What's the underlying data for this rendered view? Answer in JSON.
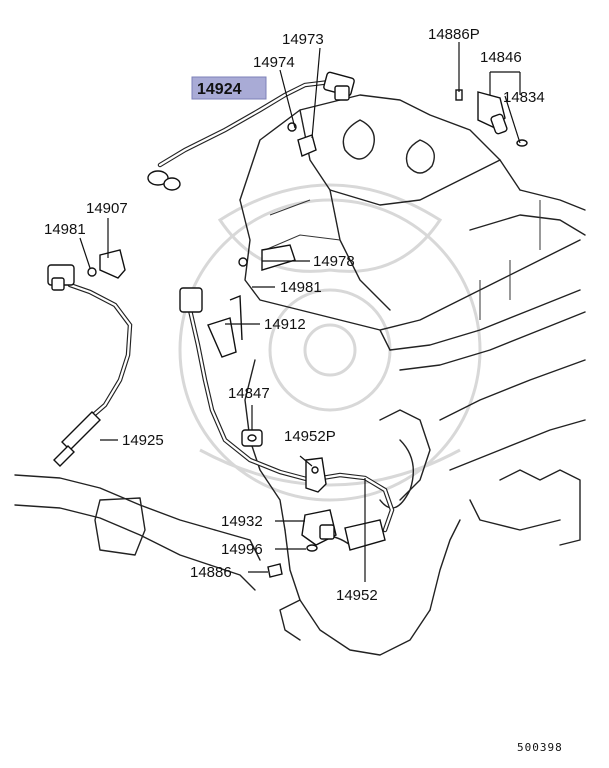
{
  "diagram": {
    "highlight_color": "#a9abd6",
    "labels": {
      "p14924": "14924",
      "p14973": "14973",
      "p14974": "14974",
      "p14886P": "14886P",
      "p14846": "14846",
      "p14834": "14834",
      "p14907": "14907",
      "p14981a": "14981",
      "p14978": "14978",
      "p14981b": "14981",
      "p14912": "14912",
      "p14847": "14847",
      "p14925": "14925",
      "p14952P": "14952P",
      "p14932": "14932",
      "p14996": "14996",
      "p14886": "14886",
      "p14952": "14952"
    },
    "figure_code": "500398"
  }
}
